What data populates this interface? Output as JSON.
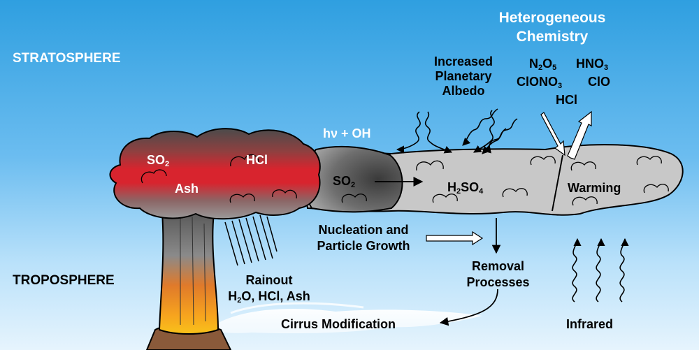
{
  "layers": {
    "stratosphere": "STRATOSPHERE",
    "troposphere": "TROPOSPHERE"
  },
  "plume": {
    "so2": {
      "main": "SO",
      "sub": "2"
    },
    "hcl": "HCl",
    "ash": "Ash"
  },
  "reaction": {
    "photolysis": "hν + OH",
    "so2": {
      "main": "SO",
      "sub": "2"
    },
    "h2so4": {
      "p1": "H",
      "s1": "2",
      "p2": "SO",
      "s2": "4"
    },
    "warming": "Warming"
  },
  "albedo": [
    "Increased",
    "Planetary",
    "Albedo"
  ],
  "chemistry": {
    "title": [
      "Heterogeneous",
      "Chemistry"
    ],
    "n2o5": {
      "main": "N",
      "s1": "2",
      "mid": "O",
      "s2": "5"
    },
    "hno3": {
      "main": "HNO",
      "sub": "3"
    },
    "clono3": {
      "main": "ClONO",
      "sub": "3"
    },
    "clo": "ClO",
    "hcl": "HCl"
  },
  "processes": {
    "nucleation": [
      "Nucleation and",
      "Particle Growth"
    ],
    "removal": [
      "Removal",
      "Processes"
    ],
    "rainout_title": "Rainout",
    "rainout_items": {
      "h": "H",
      "two": "2",
      "rest": "O, HCl, Ash"
    },
    "cirrus": "Cirrus Modification",
    "infrared": "Infrared"
  },
  "colors": {
    "sky_top": "#2f9fe0",
    "sky_bottom": "#e6f4fd",
    "plume_red": "#d8242e",
    "plume_dark": "#4a4a4a",
    "cloud_gray": "#c8c8c8",
    "text_white": "#ffffff"
  }
}
